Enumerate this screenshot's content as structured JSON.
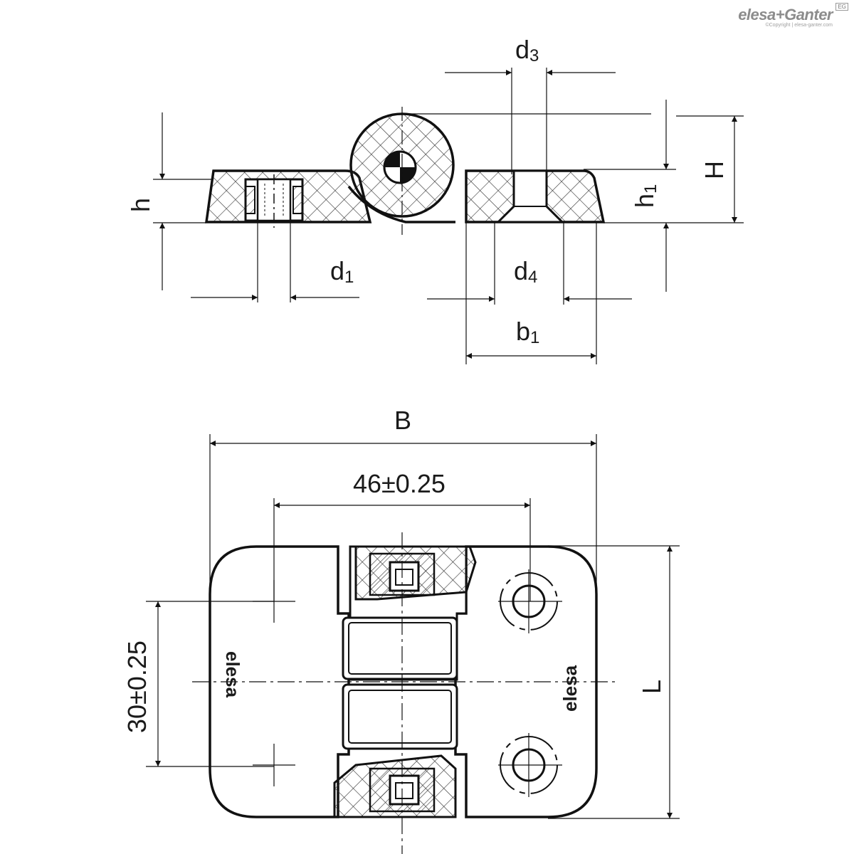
{
  "brand": {
    "logo_text": "elesa+Ganter",
    "copyright": "©Copyright | elesa-ganter.com",
    "badge": "EG"
  },
  "dimensions": {
    "d3": {
      "main": "d",
      "sub": "3"
    },
    "d1": {
      "main": "d",
      "sub": "1"
    },
    "d4": {
      "main": "d",
      "sub": "4"
    },
    "b1": {
      "main": "b",
      "sub": "1"
    },
    "h1": {
      "main": "h",
      "sub": "1"
    },
    "h": "h",
    "H": "H",
    "B": "B",
    "L": "L",
    "width_tolerance": "46±0.25",
    "height_tolerance": "30±0.25"
  },
  "part_marking": "elesa"
}
